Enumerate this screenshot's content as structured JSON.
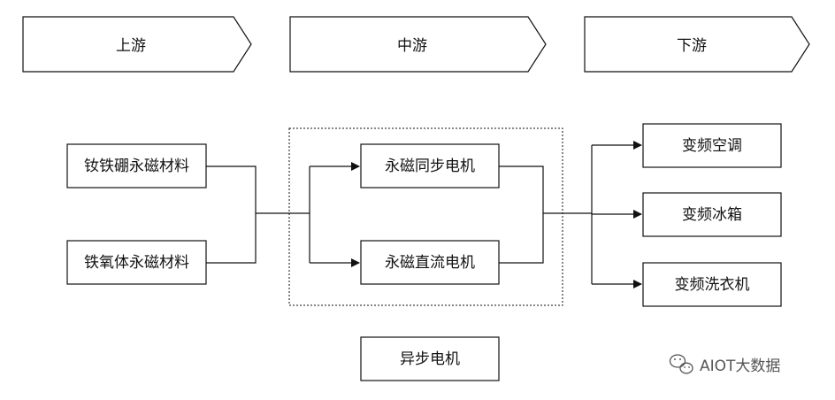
{
  "stages": {
    "upstream": "上游",
    "midstream": "中游",
    "downstream": "下游"
  },
  "upstream": {
    "ndfeb": "钕铁硼永磁材料",
    "ferrite": "铁氧体永磁材料"
  },
  "midstream": {
    "pm_sync": "永磁同步电机",
    "pm_dc": "永磁直流电机",
    "async": "异步电机"
  },
  "downstream": {
    "ac": "变频空调",
    "fridge": "变频冰箱",
    "washer": "变频洗衣机"
  },
  "watermark": {
    "text": "AIOT大数据",
    "icon": "wechat-icon"
  },
  "colors": {
    "stroke": "#111111",
    "text": "#111111",
    "background": "#ffffff",
    "watermark": "#555555"
  }
}
